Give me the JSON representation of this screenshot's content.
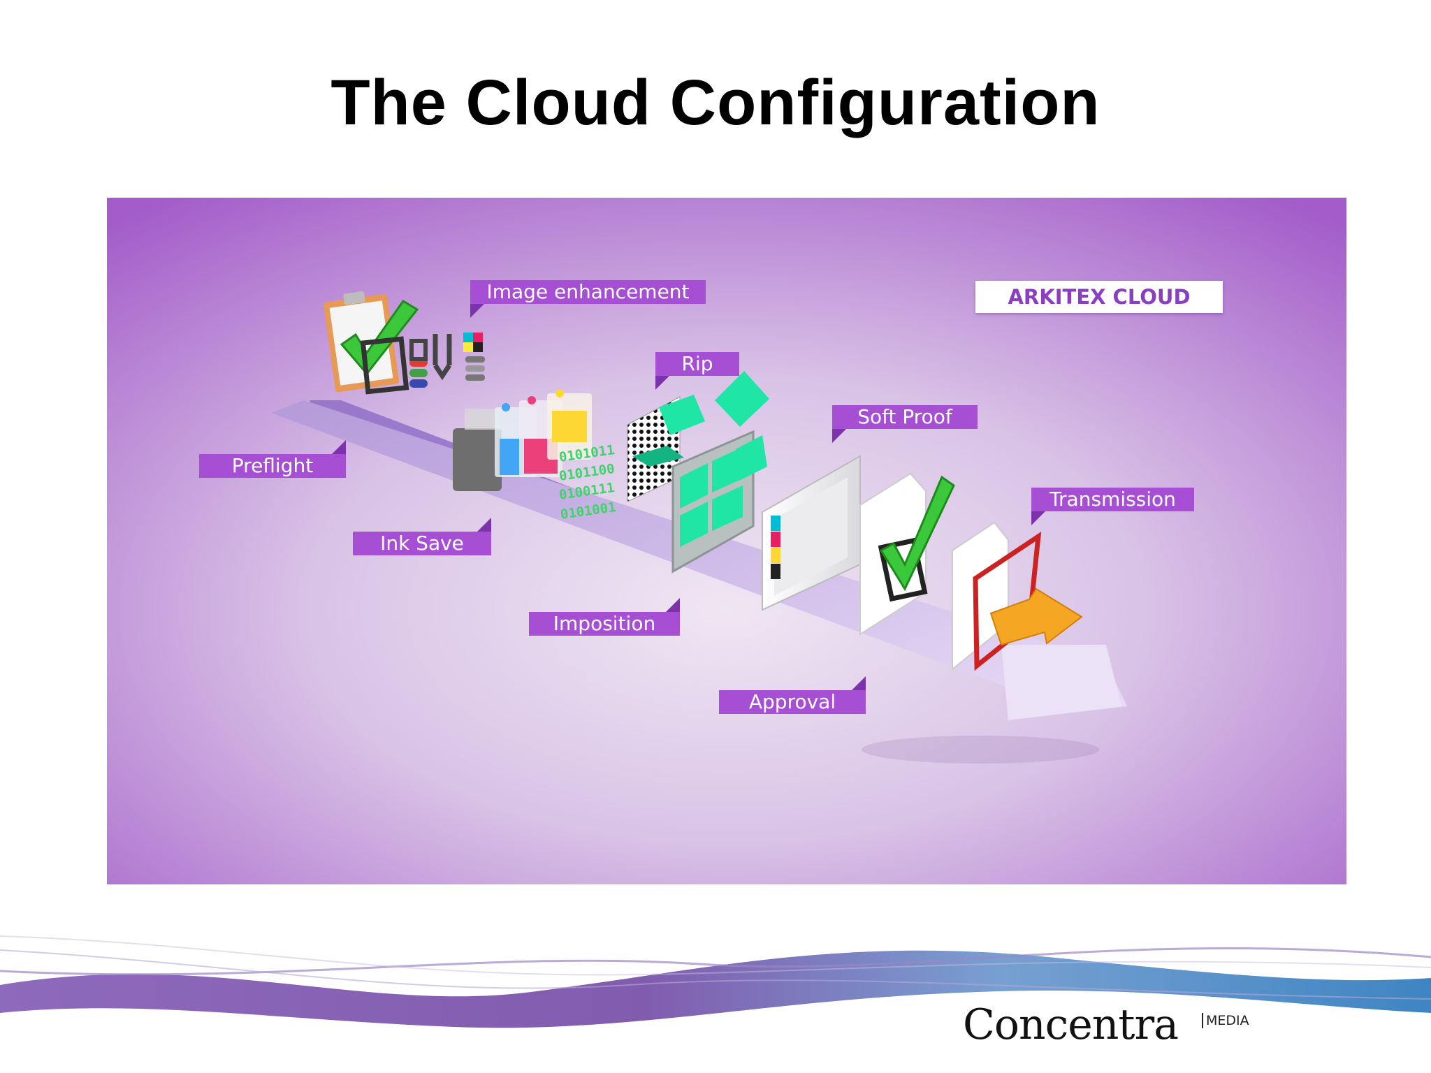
{
  "slide": {
    "title": "The Cloud Configuration"
  },
  "diagram": {
    "badge": "ARKITEX CLOUD",
    "stages": {
      "preflight": "Preflight",
      "image_enhancement": "Image enhancement",
      "ink_save": "Ink Save",
      "rip": "Rip",
      "imposition": "Imposition",
      "soft_proof": "Soft Proof",
      "approval": "Approval",
      "transmission": "Transmission"
    },
    "binary_text": [
      "0101011",
      "0101100",
      "0100111",
      "0101001"
    ],
    "colors": {
      "label_bg": "#a64fd4",
      "badge_text": "#8a3fc0",
      "check": "#3bc93b",
      "tile": "#1fe6a4",
      "arrow": "#f5a623",
      "frame": "#cc2222"
    }
  },
  "footer": {
    "brand": "Concentra",
    "brand_sub": "MEDIA"
  }
}
